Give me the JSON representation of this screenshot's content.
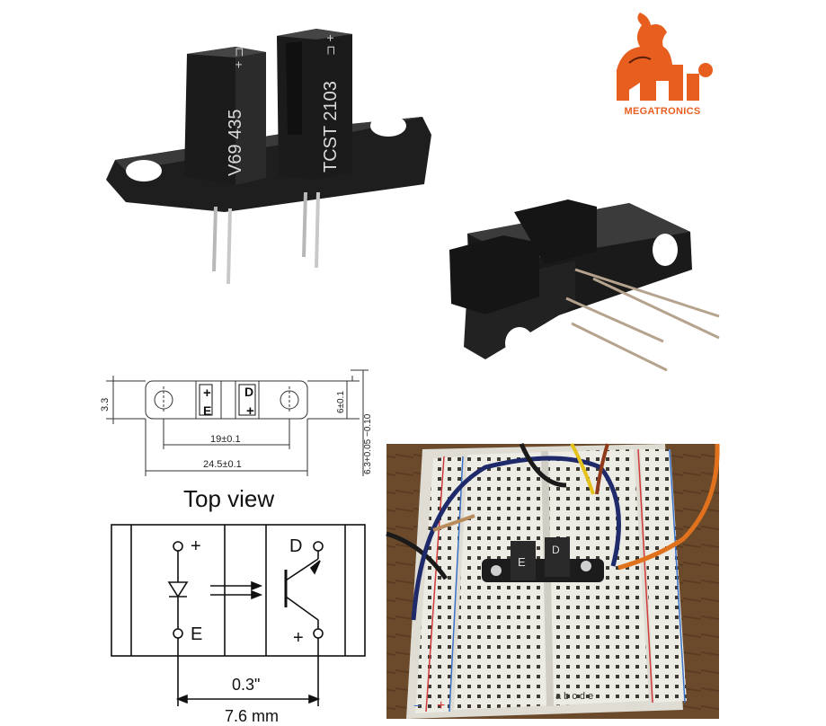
{
  "brand": {
    "name": "MEGATRONICS",
    "accent": "#e85e1f"
  },
  "sensor_top": {
    "left_marking": "V69 435",
    "right_marking": "TCST 2103"
  },
  "drawing": {
    "dims": {
      "height_left": "3.3",
      "pitch_mounting": "19±0.1",
      "length_total": "24.5±0.1",
      "height_right": "6±0.1",
      "thickness": "6.3+0.05 −0.10"
    },
    "pin_labels": {
      "tl": "+",
      "tr": "D",
      "bl": "E",
      "br": "+"
    }
  },
  "top_view": {
    "title": "Top view",
    "labels": {
      "anode": "+",
      "emitter": "E",
      "detector": "D",
      "plus_out": "+"
    },
    "spacing_in": "0.3\"",
    "spacing_mm": "7.6 mm"
  },
  "photo": {
    "markings": {
      "e": "E",
      "d": "D"
    },
    "rail_plus": "+",
    "rail_minus": "−",
    "row_letters": "a b c d e"
  }
}
